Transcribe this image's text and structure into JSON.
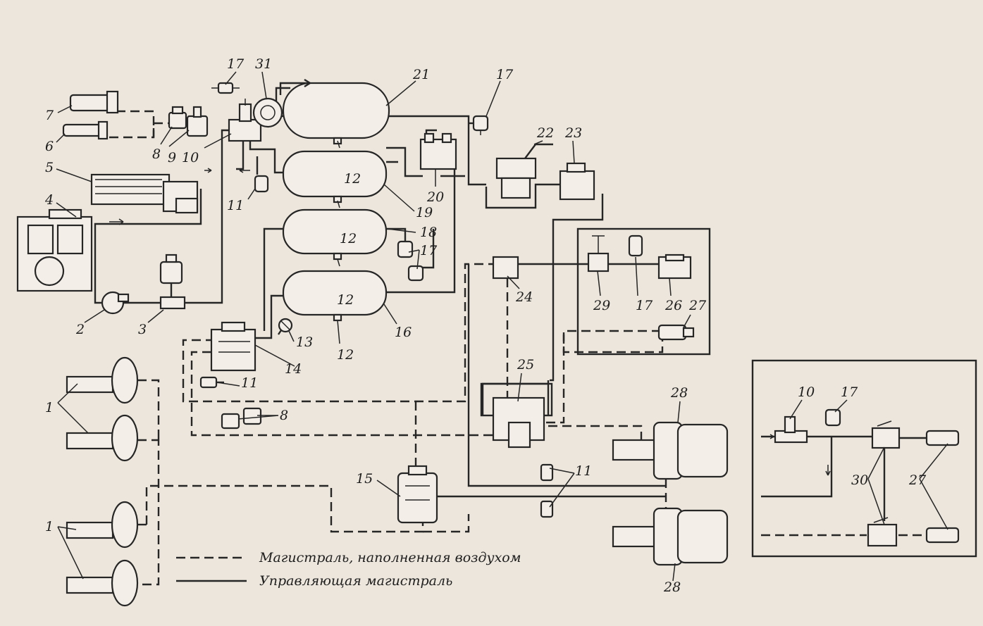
{
  "labels": {
    "n1a": "1",
    "n1b": "1",
    "n2": "2",
    "n3": "3",
    "n4": "4",
    "n5": "5",
    "n6": "6",
    "n7": "7",
    "n8a": "8",
    "n8b": "8",
    "n9": "9",
    "n10a": "10",
    "n10b": "10",
    "n11a": "11",
    "n11b": "11",
    "n11c": "11",
    "n12a": "12",
    "n12b": "12",
    "n12c": "12",
    "n12d": "12",
    "n13": "13",
    "n14": "14",
    "n15": "15",
    "n16": "16",
    "n17a": "17",
    "n17b": "17",
    "n17c": "17",
    "n17d": "17",
    "n17e": "17",
    "n18": "18",
    "n19": "19",
    "n20": "20",
    "n21": "21",
    "n22": "22",
    "n23": "23",
    "n24": "24",
    "n25": "25",
    "n26": "26",
    "n27a": "27",
    "n27b": "27",
    "n28a": "28",
    "n28b": "28",
    "n29": "29",
    "n30": "30",
    "n31": "31"
  },
  "legend": {
    "dashed": "Магистраль, наполненная воздухом",
    "solid": "Управляющая магистраль"
  }
}
